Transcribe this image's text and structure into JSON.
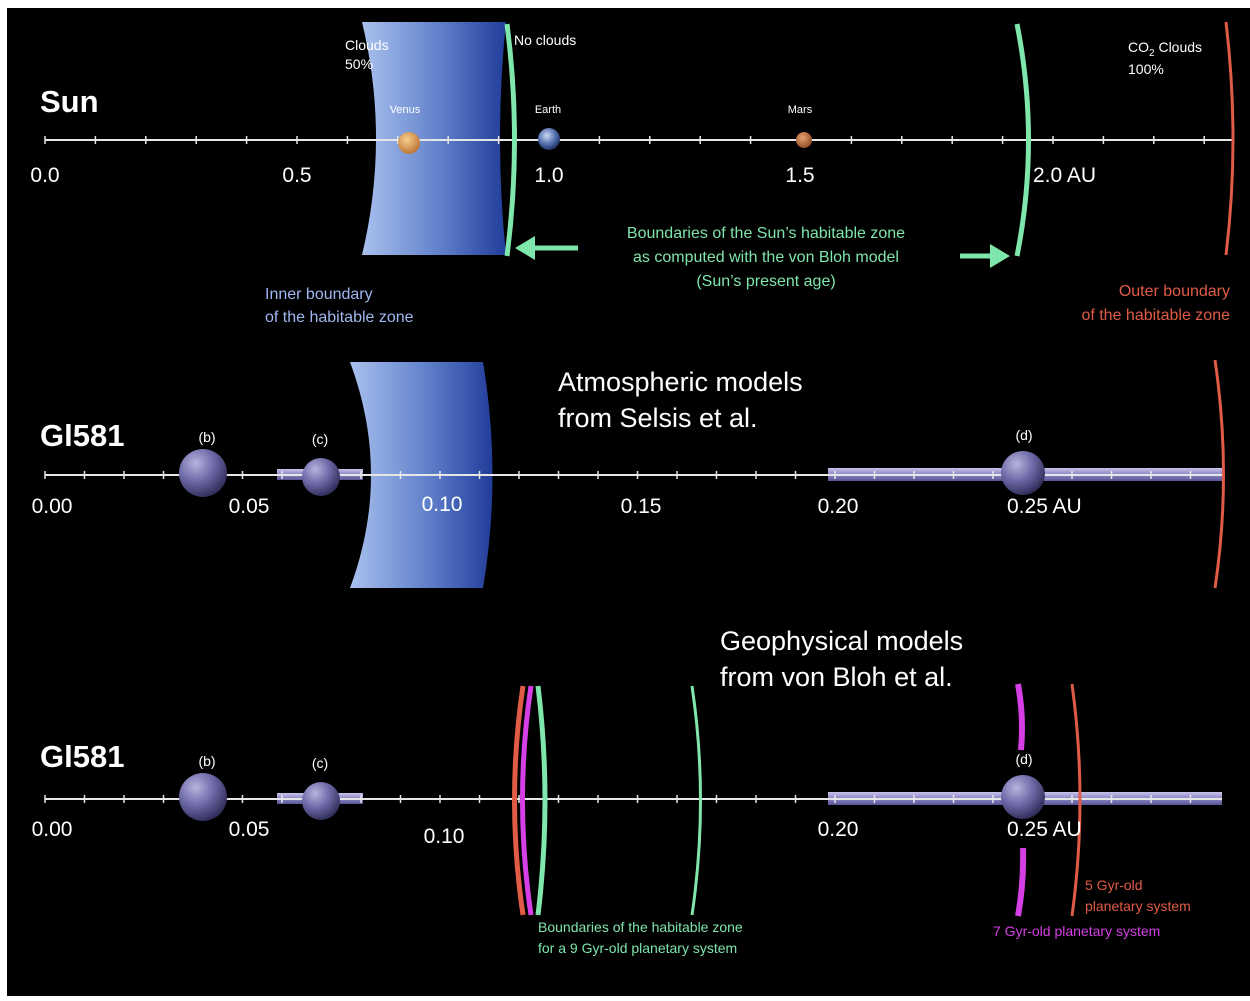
{
  "sun": {
    "title": "Sun",
    "clouds_label": "Clouds",
    "clouds_percent": "50%",
    "no_clouds_label": "No clouds",
    "co2_prefix": "CO",
    "co2_subscript": "2",
    "co2_suffix": "Clouds",
    "co2_percent": "100%",
    "planets": {
      "venus": "Venus",
      "earth": "Earth",
      "mars": "Mars"
    },
    "ticks": [
      "0.0",
      "0.5",
      "1.0",
      "1.5",
      "2.0 AU"
    ],
    "boundaries_caption": [
      "Boundaries of the Sun’s habitable zone",
      "as computed with the von Bloh model",
      "(Sun’s present age)"
    ],
    "inner_boundary_label": [
      "Inner boundary",
      "of the habitable zone"
    ],
    "outer_boundary_label": [
      "Outer boundary",
      "of the habitable zone"
    ]
  },
  "gl581_atmospheric": {
    "title": "Gl581",
    "models_label": [
      "Atmospheric models",
      "from Selsis et al."
    ],
    "planets": {
      "b": "(b)",
      "c": "(c)",
      "d": "(d)"
    },
    "ticks": [
      "0.00",
      "0.05",
      "0.10",
      "0.15",
      "0.20",
      "0.25 AU"
    ]
  },
  "gl581_geophysical": {
    "title": "Gl581",
    "models_label": [
      "Geophysical models",
      "from von Bloh et al."
    ],
    "planets": {
      "b": "(b)",
      "c": "(c)",
      "d": "(d)"
    },
    "ticks": [
      "0.00",
      "0.05",
      "0.10",
      "0.20",
      "0.25 AU"
    ],
    "boundaries_9gyr": [
      "Boundaries of the habitable zone",
      "for a 9 Gyr-old planetary system"
    ],
    "system_5gyr": [
      "5 Gyr-old",
      "planetary system"
    ],
    "system_7gyr": "7 Gyr-old planetary system"
  },
  "colors": {
    "background": "#000000",
    "von_bloh_boundary": "#7fe6ac",
    "outer_boundary": "#e05c46",
    "system_7gyr": "#d63ee6",
    "inner_boundary_text": "#9fb6ee",
    "planet": "#6e6aa8"
  },
  "icons": [
    "left-arrow-icon",
    "right-arrow-icon"
  ]
}
